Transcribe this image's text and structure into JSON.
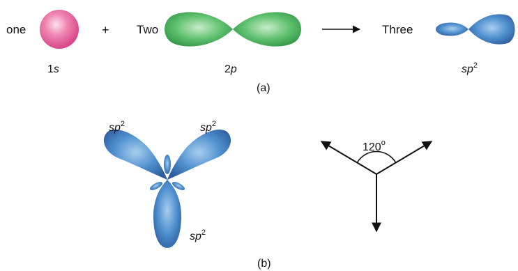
{
  "part_a": {
    "one_label": "one",
    "plus_sign": "+",
    "two_label": "Two",
    "three_label": "Three",
    "s_orbital_num": "1",
    "s_orbital_letter": "s",
    "p_orbital_num": "2",
    "p_orbital_letter": "p",
    "sp2_base": "sp",
    "sp2_sup": "2",
    "caption": "(a)"
  },
  "part_b": {
    "sp2_base": "sp",
    "sp2_sup": "2",
    "angle_value": "120",
    "angle_unit": "o",
    "caption": "(b)"
  },
  "colors": {
    "s_orbital": "#e8639b",
    "p_orbital": "#3fae55",
    "sp2_orbital": "#3f72b8",
    "ink": "#111111"
  }
}
